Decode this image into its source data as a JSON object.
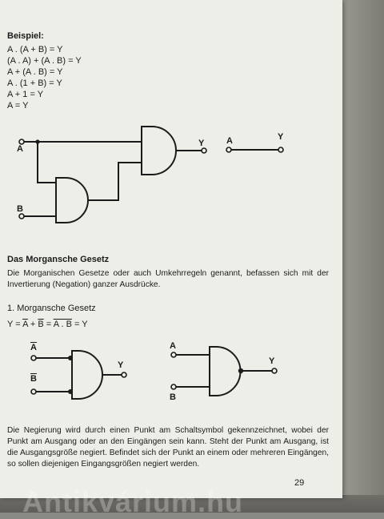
{
  "example": {
    "heading": "Beispiel:",
    "lines": [
      "A . (A + B) = Y",
      "(A . A) + (A . B) = Y",
      "A + (A . B) = Y",
      "A . (1 + B) = Y",
      "A + 1 = Y",
      "A = Y"
    ]
  },
  "circuit1": {
    "in_a": "A",
    "in_b": "B",
    "out": "Y",
    "eq_in": "A",
    "eq_out": "Y"
  },
  "morgan": {
    "heading": "Das Morgansche Gesetz",
    "intro": "Die Morganischen  Gesetze oder auch Umkehrregeln genannt, befassen sich mit der Invertierung (Negation) ganzer Ausdrücke.",
    "first_heading": "1. Morgansche Gesetz",
    "formula": {
      "y": "Y",
      "eq": "=",
      "a1": "A",
      "plus": "+",
      "b1": "B",
      "ab": "A . B",
      "tail": "= Y"
    }
  },
  "circuit2": {
    "in_a": "A",
    "in_b": "B",
    "out": "Y"
  },
  "circuit3": {
    "in_a": "A",
    "in_b": "B",
    "out": "Y"
  },
  "explanation": "Die Negierung wird durch einen Punkt am Schaltsymbol gekennzeichnet, wobei der Punkt am Ausgang oder an den Eingängen sein kann. Steht der Punkt am Ausgang, ist die Ausgangsgröße negiert. Befindet sich der Punkt an einem oder mehreren Eingängen, so sollen diejenigen Eingangsgrößen negiert werden.",
  "page_number": "29",
  "watermark": "Antikvárium.hu"
}
